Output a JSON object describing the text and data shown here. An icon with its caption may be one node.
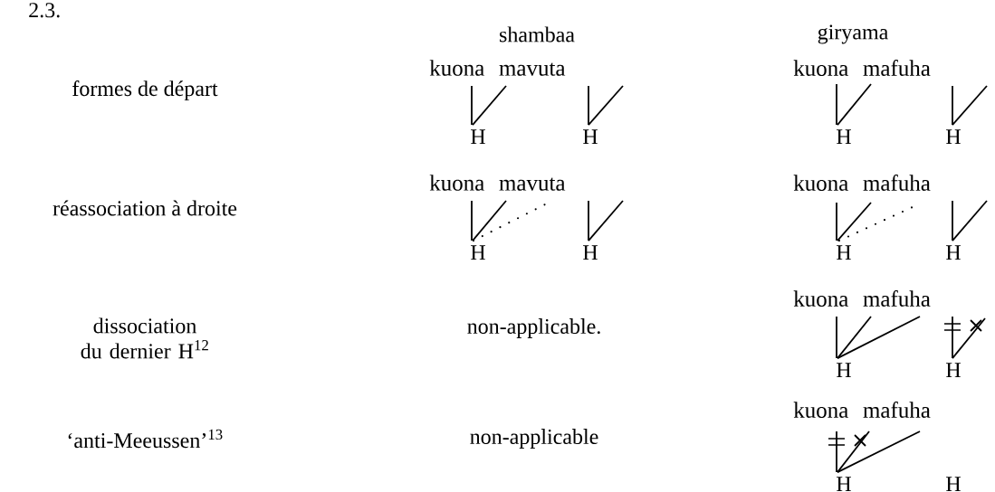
{
  "diagram": {
    "nodes": [
      {
        "text": [
          "H"
        ]
      },
      {
        "text": [
          "H"
        ]
      },
      {
        "text": [
          "H"
        ]
      },
      {
        "text": [
          "H"
        ]
      },
      {
        "text": [
          "H"
        ]
      },
      {
        "text": [
          "H"
        ]
      },
      {
        "text": [
          "H"
        ]
      },
      {
        "text": [
          "H"
        ]
      },
      {
        "text": [
          "H"
        ]
      },
      {
        "text": [
          "H"
        ]
      },
      {
        "text": [
          "H"
        ]
      },
      {
        "text": [
          "H"
        ]
      }
    ],
    "edges": [
      {
        "from": 0,
        "to": null,
        "arrow": "none"
      },
      {
        "from": 0,
        "to": null,
        "arrow": "none"
      },
      {
        "from": 1,
        "to": null,
        "arrow": "none"
      },
      {
        "from": 1,
        "to": null,
        "arrow": "none"
      },
      {
        "from": 2,
        "to": null,
        "arrow": "none"
      },
      {
        "from": 2,
        "to": null,
        "arrow": "none"
      },
      {
        "from": 3,
        "to": null,
        "arrow": "none"
      },
      {
        "from": 3,
        "to": null,
        "arrow": "none"
      },
      {
        "from": 4,
        "to": null,
        "arrow": "none"
      },
      {
        "from": 4,
        "to": null,
        "arrow": "none"
      },
      {
        "from": 4,
        "to": null,
        "arrow": "none",
        "style": "dashed"
      },
      {
        "from": 5,
        "to": null,
        "arrow": "none"
      },
      {
        "from": 5,
        "to": null,
        "arrow": "none"
      },
      {
        "from": 6,
        "to": null,
        "arrow": "none"
      },
      {
        "from": 6,
        "to": null,
        "arrow": "none"
      },
      {
        "from": 6,
        "to": null,
        "arrow": "none",
        "style": "dashed"
      },
      {
        "from": 7,
        "to": null,
        "arrow": "none"
      },
      {
        "from": 7,
        "to": null,
        "arrow": "none"
      },
      {
        "from": 8,
        "to": null,
        "arrow": "none"
      },
      {
        "from": 8,
        "to": null,
        "arrow": "none"
      },
      {
        "from": 8,
        "to": null,
        "arrow": "none"
      },
      {
        "from": 9,
        "to": null,
        "arrow": "none"
      },
      {
        "from": 9,
        "to": null,
        "arrow": "none"
      },
      {
        "from": 10,
        "to": null,
        "arrow": "none"
      },
      {
        "from": 10,
        "to": null,
        "arrow": "none"
      },
      {
        "from": 10,
        "to": null,
        "arrow": "none"
      }
    ],
    "labels": [
      "2.3.",
      "shambaa",
      "giryama",
      "formes de départ",
      "kuona mavuta",
      "kuona mafuha",
      "réassociation à droite",
      "kuona mavuta",
      "kuona mafuha",
      "dissociation du dernier H$^{12}$",
      "non-applicable.",
      "kuona mafuha",
      "‘anti-Meeussen’$^{13}$",
      "non-applicable",
      "kuona mafuha"
    ]
  }
}
